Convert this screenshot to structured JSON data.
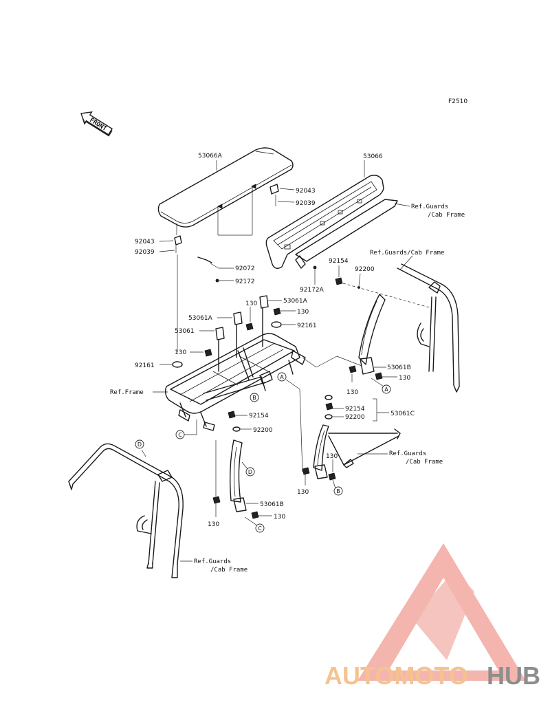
{
  "figure_code": "F2510",
  "front_label": "FRONT",
  "labels": {
    "p53066A": "53066A",
    "p53066": "53066",
    "p92043_r": "92043",
    "p92039_r": "92039",
    "p92043_l": "92043",
    "p92039_l": "92039",
    "p92072": "92072",
    "p92172": "92172",
    "p92172A": "92172A",
    "p92154_top": "92154",
    "p92200_top": "92200",
    "p130_a": "130",
    "p53061A_a": "53061A",
    "p130_b": "130",
    "p53061A_b": "53061A",
    "p92161_r": "92161",
    "p53061": "53061",
    "p130_c": "130",
    "p92161_l": "92161",
    "p53061B_r": "53061B",
    "p130_d": "130",
    "p130_e": "130",
    "p92154_mid": "92154",
    "p92200_mid": "92200",
    "p53061C": "53061C",
    "p92154_c": "92154",
    "p92200_c": "92200",
    "p130_f": "130",
    "p130_g": "130",
    "p53061B_l": "53061B",
    "p130_h": "130",
    "p130_i": "130"
  },
  "references": {
    "ref_guards_1_l1": "Ref.Guards",
    "ref_guards_1_l2": "/Cab Frame",
    "ref_guards_2": "Ref.Guards/Cab Frame",
    "ref_frame": "Ref.Frame",
    "ref_guards_3_l1": "Ref.Guards",
    "ref_guards_3_l2": "/Cab Frame",
    "ref_guards_4_l1": "Ref.Guards",
    "ref_guards_4_l2": "/Cab Frame"
  },
  "callouts": {
    "A1": "A",
    "A2": "A",
    "B1": "B",
    "B2": "B",
    "C1": "C",
    "C2": "C",
    "D1": "D",
    "D2": "D"
  },
  "watermark": {
    "text_part1": "AUTOMOTO",
    "text_part2": "HUB",
    "color_primary": "#f7a8a0",
    "color_secondary": "#f4b97c",
    "color_dark": "#6f6f6f"
  }
}
